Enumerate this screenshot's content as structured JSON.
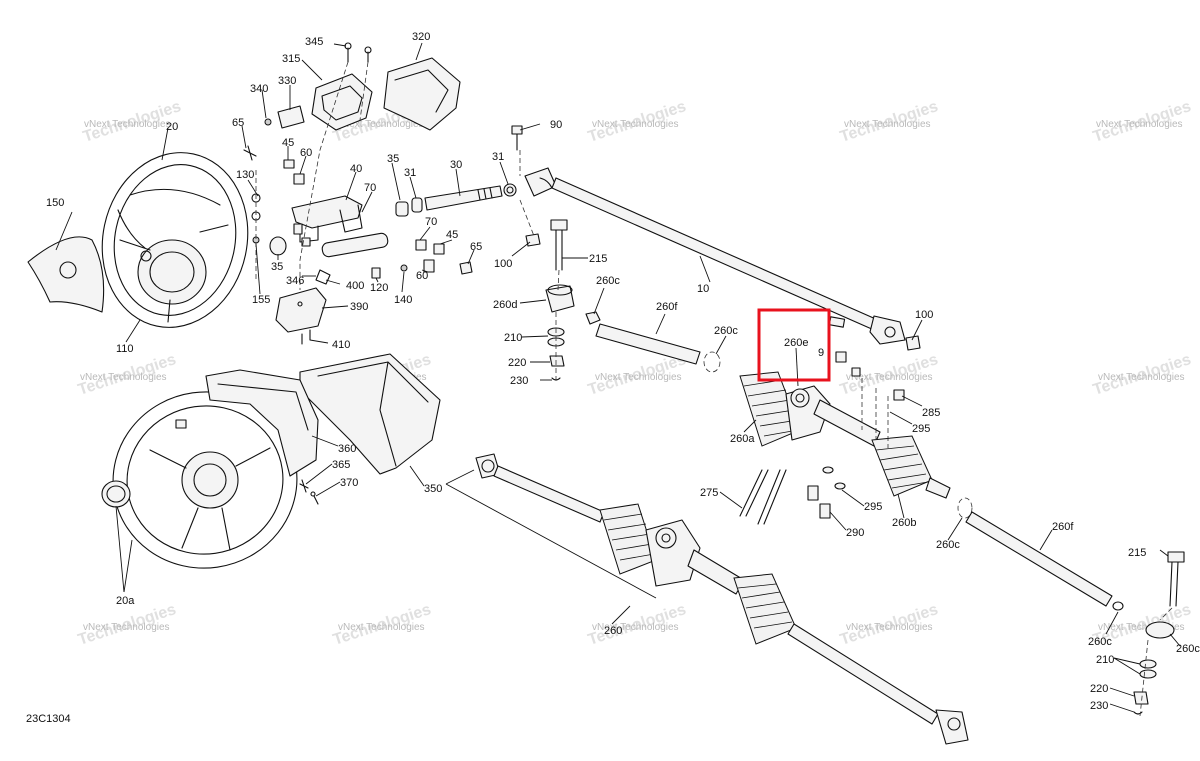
{
  "diagram_code": "23C1304",
  "watermark_lines": [
    "vNext Technologies",
    "Technologies"
  ],
  "highlight_color": "#e8121d",
  "callouts": {
    "c345": "345",
    "c320": "320",
    "c315": "315",
    "c330": "330",
    "c340": "340",
    "c65a": "65",
    "c20": "20",
    "c45a": "45",
    "c60a": "60",
    "c90": "90",
    "c35a": "35",
    "c31a": "31",
    "c30": "30",
    "c31b": "31",
    "c40": "40",
    "c70a": "70",
    "c130": "130",
    "c150": "150",
    "c70b": "70",
    "c45b": "45",
    "c65b": "65",
    "c215a": "215",
    "c100a": "100",
    "c35b": "35",
    "c346": "346",
    "c400": "400",
    "c155": "155",
    "c60b": "60",
    "c120": "120",
    "c140": "140",
    "c10": "10",
    "c260c_a": "260c",
    "c260d": "260d",
    "c260f_a": "260f",
    "c100b": "100",
    "c390": "390",
    "c110": "110",
    "c410": "410",
    "c210a": "210",
    "c260c_b": "260c",
    "c260e": "260e",
    "c9": "9",
    "c220a": "220",
    "c230a": "230",
    "c285": "285",
    "c260a": "260a",
    "c295a": "295",
    "c360": "360",
    "c365": "365",
    "c370": "370",
    "c350": "350",
    "c275": "275",
    "c295b": "295",
    "c290": "290",
    "c260b": "260b",
    "c260f_b": "260f",
    "c260c_c": "260c",
    "c215b": "215",
    "c20a": "20a",
    "c260": "260",
    "c260c_d": "260c",
    "c260c_e": "260c",
    "c210b": "210",
    "c220b": "220",
    "c230b": "230"
  }
}
